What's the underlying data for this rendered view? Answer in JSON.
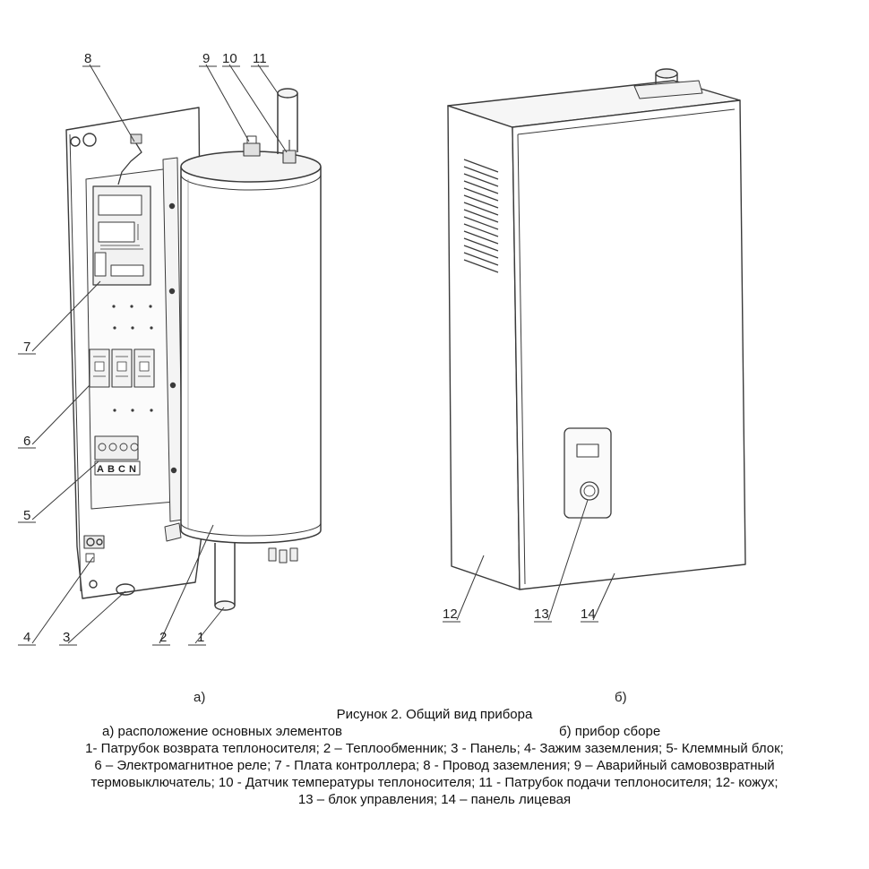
{
  "figure": {
    "left_view": {
      "callouts": [
        "1",
        "2",
        "3",
        "4",
        "5",
        "6",
        "7",
        "8",
        "9",
        "10",
        "11"
      ],
      "terminal_letters": [
        "A",
        "B",
        "C",
        "N"
      ],
      "sublabel": "а)"
    },
    "right_view": {
      "callouts": [
        "12",
        "13",
        "14"
      ],
      "sublabel": "б)"
    }
  },
  "caption": {
    "title": "Рисунок 2. Общий вид прибора",
    "sub_a": "а)  расположение основных элементов",
    "sub_b": "б) прибор сборе",
    "lines": [
      "1- Патрубок возврата теплоносителя; 2 – Теплообменник; 3 - Панель; 4- Зажим заземления; 5- Клеммный блок;",
      "6 – Электромагнитное реле; 7 - Плата контроллера; 8 - Провод заземления; 9 – Аварийный самовозвратный",
      "термовыключатель; 10 - Датчик температуры теплоносителя; 11 - Патрубок подачи теплоносителя; 12- кожух;",
      "13 – блок управления; 14 – панель лицевая"
    ]
  },
  "colors": {
    "stroke": "#3a3a3a",
    "fill": "#ffffff",
    "shade": "#e9e9e9"
  }
}
